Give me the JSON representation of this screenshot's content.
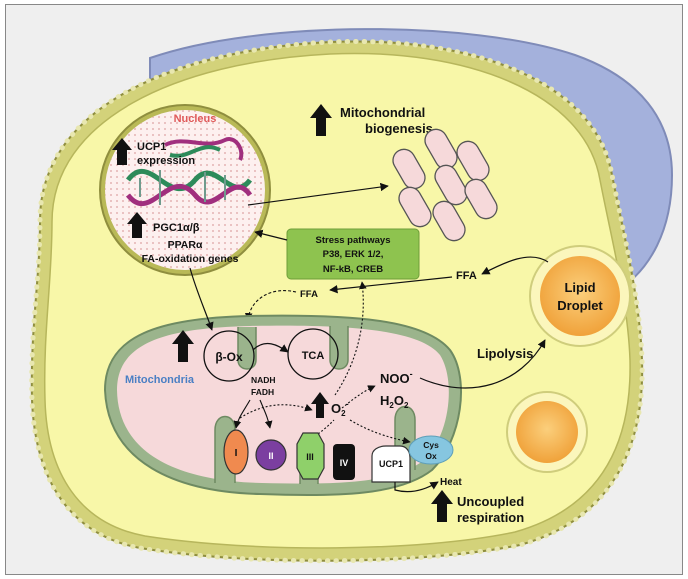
{
  "nucleus": {
    "title": "Nucleus",
    "ucp1_line1": "UCP1",
    "ucp1_line2": "expression",
    "pgc1": "PGC1α/β",
    "ppara": "PPARα",
    "fa_genes": "FA-oxidation genes"
  },
  "biogenesis": {
    "line1": "Mitochondrial",
    "line2": "biogenesis"
  },
  "stress": {
    "line1": "Stress pathways",
    "line2": "P38, ERK 1/2,",
    "line3": "NF-kB, CREB"
  },
  "lipid": {
    "line1": "Lipid",
    "line2": "Droplet",
    "lipolysis": "Lipolysis",
    "ffa_right": "FFA",
    "ffa_left": "FFA"
  },
  "mito": {
    "title": "Mitochondria",
    "beta_ox": "β-Ox",
    "tca": "TCA",
    "nadh": "NADH",
    "fadh": "FADH",
    "superoxide": "O",
    "superoxide_sup": "2",
    "superoxide_charge": "-",
    "noo": "NOO",
    "noo_charge": "-",
    "h2o2": "H",
    "h2o2_sub1": "2",
    "h2o2_mid": "O",
    "h2o2_sub2": "2",
    "complex_1": "I",
    "complex_2": "II",
    "complex_3": "III",
    "complex_4": "IV",
    "ucp1": "UCP1",
    "cys_line1": "Cys",
    "cys_line2": "Ox",
    "heat": "Heat"
  },
  "uncoupled": {
    "line1": "Uncoupled",
    "line2": "respiration"
  },
  "colors": {
    "cytoplasm": "#f8f7a8",
    "membrane": "#d3d27a",
    "stress_box": "#8ec34f",
    "mito_fill": "#f6d9da",
    "mito_edge": "#9bb48c",
    "lipid_fill": "#f5b24a",
    "complex_1": "#f08a4f",
    "complex_2": "#7b3fa0",
    "complex_3": "#8fd06a",
    "complex_4": "#111111",
    "cys_ox": "#86c6e0",
    "tissue": "#a4b1dc",
    "nucleus_label": "#e05a5a",
    "mito_label": "#4a7fc4"
  }
}
